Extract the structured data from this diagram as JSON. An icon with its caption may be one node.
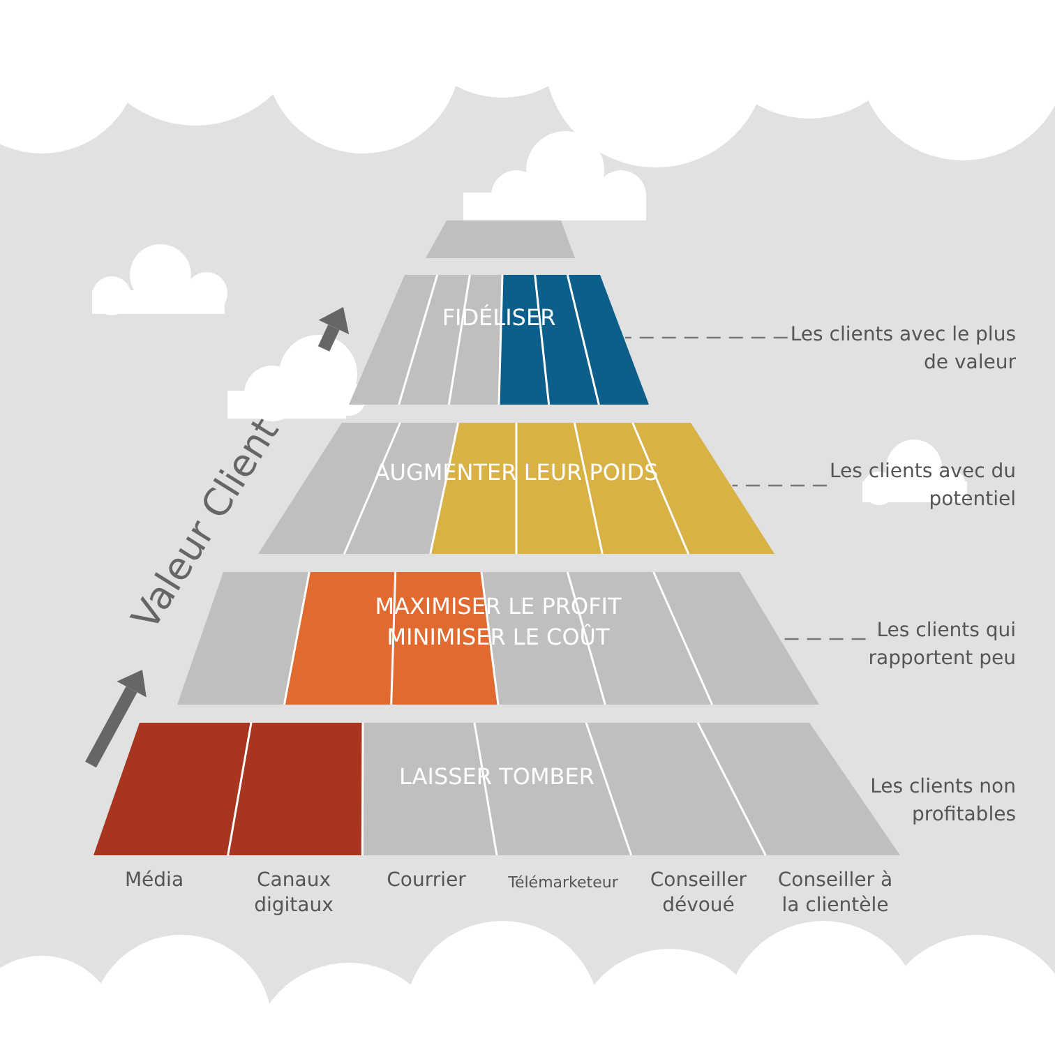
{
  "diagram": {
    "nodes": [
      {
        "text": [],
        "shape": "box"
      },
      {
        "text": [
          "FIDÉLISER"
        ]
      },
      {
        "text": [
          "AUGMENTER LEUR POIDS"
        ]
      },
      {
        "text": [
          "MAXIMISER LE PROFIT",
          "MINIMISER LE COÛT"
        ]
      },
      {
        "text": [
          "LAISSER TOMBER"
        ]
      },
      {
        "text": [
          "Les clients avec le plus de valeur"
        ]
      },
      {
        "text": [
          "Les clients avec du potentiel"
        ]
      },
      {
        "text": [
          "Les clients qui rapportent peu"
        ]
      },
      {
        "text": [
          "Les clients non profitables"
        ]
      }
    ],
    "edges": [
      {
        "from": 5,
        "to": 1,
        "arrow": "none",
        "style": "dashed"
      },
      {
        "from": 6,
        "to": 2,
        "arrow": "none",
        "style": "dashed"
      },
      {
        "from": 7,
        "to": 3,
        "arrow": "none",
        "style": "dashed"
      }
    ],
    "labels": [
      "Valeur Client",
      "Média",
      "Canaux digitaux",
      "Courrier",
      "Télémarketeur",
      "Conseiller dévoué",
      "Conseiller à la clientèle"
    ]
  }
}
